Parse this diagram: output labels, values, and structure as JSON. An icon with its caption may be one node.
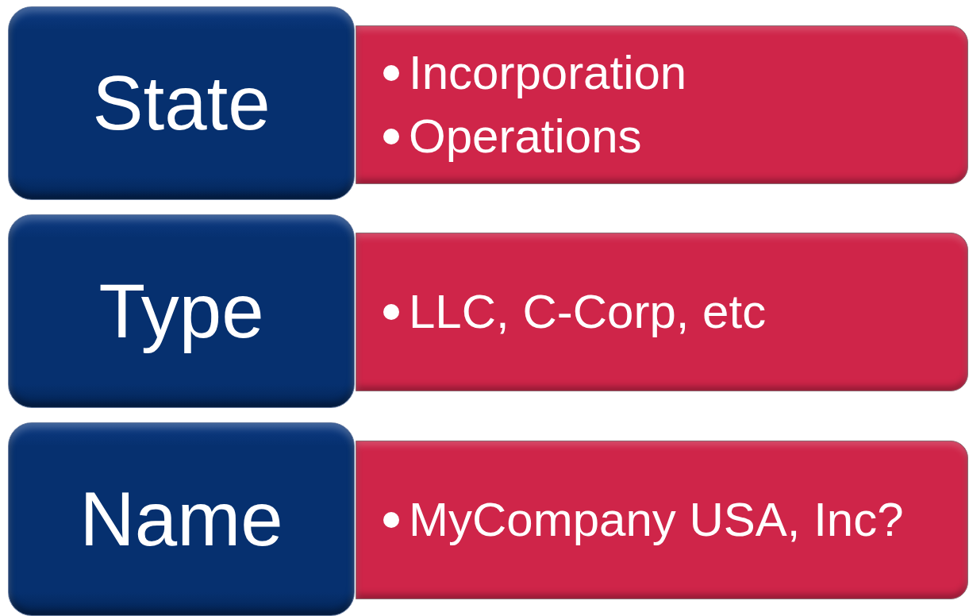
{
  "diagram": {
    "nodes": [
      {
        "text": [
          "State"
        ]
      },
      {
        "text": [
          "Incorporation",
          "Operations"
        ]
      },
      {
        "text": [
          "Type"
        ]
      },
      {
        "text": [
          "LLC, C-Corp, etc"
        ]
      },
      {
        "text": [
          "Name"
        ]
      },
      {
        "text": [
          "MyCompany USA, Inc?"
        ]
      }
    ]
  }
}
